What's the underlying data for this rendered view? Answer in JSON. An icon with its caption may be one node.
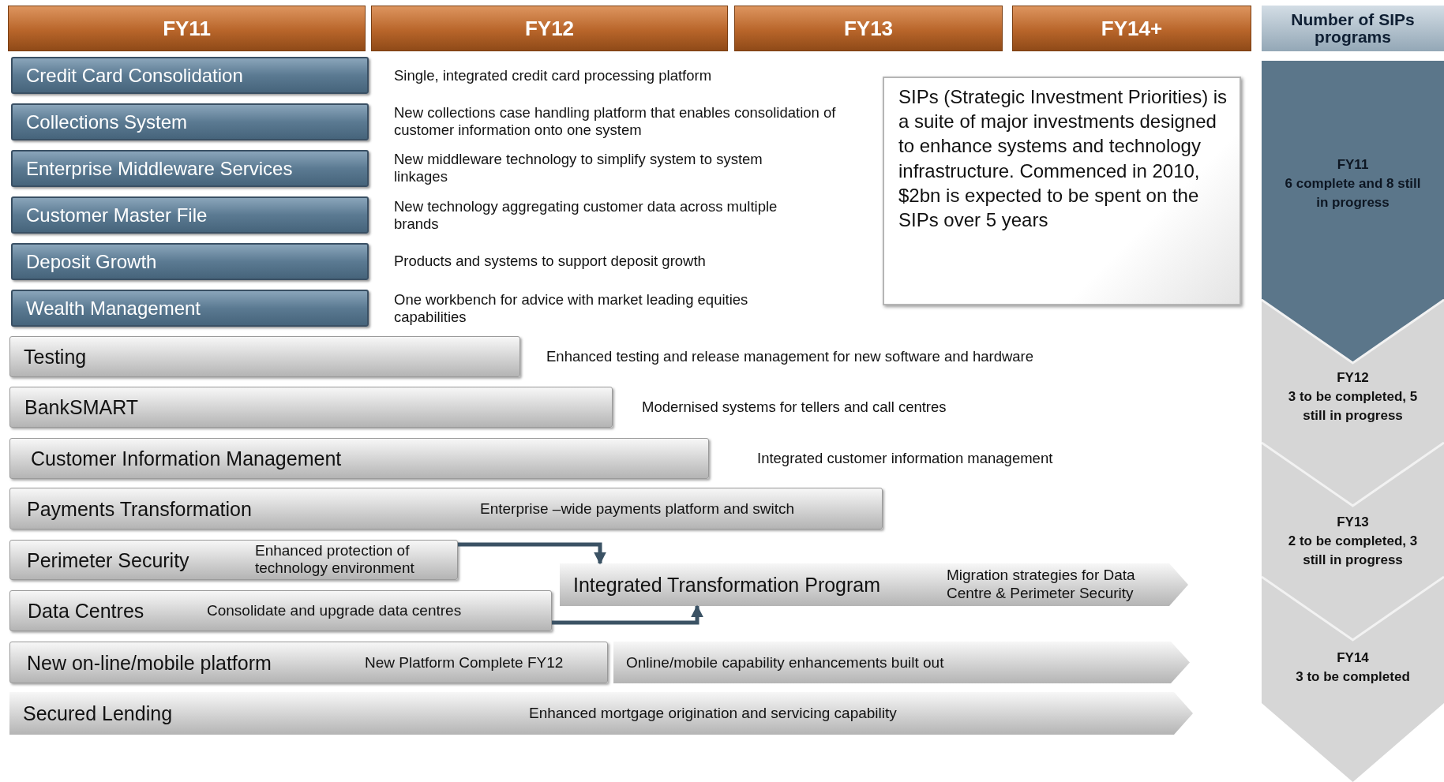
{
  "diagram": {
    "nodes": [
      {
        "text": [
          "FY11"
        ]
      },
      {
        "text": [
          "FY12"
        ]
      },
      {
        "text": [
          "FY13"
        ]
      },
      {
        "text": [
          "FY14+"
        ]
      },
      {
        "text": [
          "Number of SIPs programs"
        ]
      },
      {
        "text": [
          "Credit Card Consolidation"
        ]
      },
      {
        "text": [
          "Collections System"
        ]
      },
      {
        "text": [
          "Enterprise Middleware Services"
        ]
      },
      {
        "text": [
          "Customer Master File"
        ]
      },
      {
        "text": [
          "Deposit Growth"
        ]
      },
      {
        "text": [
          "Wealth Management"
        ]
      },
      {
        "text": [
          "SIPs (Strategic Investment Priorities) is a suite of major investments designed to enhance systems and technology infrastructure. Commenced in 2010, $2bn is expected to be spent on the SIPs over 5 years"
        ]
      },
      {
        "text": [
          "Testing"
        ]
      },
      {
        "text": [
          "BankSMART"
        ]
      },
      {
        "text": [
          "Customer Information Management"
        ]
      },
      {
        "text": [
          "Payments Transformation",
          "Enterprise –wide payments platform and switch"
        ]
      },
      {
        "text": [
          "Perimeter Security",
          "Enhanced protection of technology environment"
        ]
      },
      {
        "text": [
          "Integrated Transformation Program",
          "Migration strategies for Data Centre & Perimeter Security"
        ]
      },
      {
        "text": [
          "Data Centres",
          "Consolidate and upgrade data centres"
        ]
      },
      {
        "text": [
          "New on-line/mobile platform",
          "New Platform Complete FY12"
        ]
      },
      {
        "text": [
          "Online/mobile capability enhancements built out"
        ]
      },
      {
        "text": [
          "Secured Lending",
          "Enhanced mortgage origination and servicing capability"
        ]
      },
      {
        "text": [
          "FY11",
          "6 complete and 8 still in progress"
        ]
      },
      {
        "text": [
          "FY12",
          "3 to be completed, 5 still in progress"
        ]
      },
      {
        "text": [
          "FY13",
          "2 to be completed, 3 still in progress"
        ]
      },
      {
        "text": [
          "FY14",
          "3 to be completed"
        ]
      }
    ],
    "edges": [
      {
        "from": 16,
        "to": 17,
        "arrow": "to"
      },
      {
        "from": 18,
        "to": 17,
        "arrow": "to"
      }
    ],
    "labels": [
      "Single, integrated credit card processing platform",
      "New collections case handling platform that enables consolidation of customer information onto one system",
      "New middleware technology to simplify system to system linkages",
      "New technology aggregating customer data across multiple brands",
      "Products and systems to support deposit growth",
      "One workbench for advice with market leading equities capabilities",
      "Enhanced testing and release management for new software and hardware",
      "Modernised systems for tellers and call centres",
      "Integrated customer information management"
    ]
  }
}
